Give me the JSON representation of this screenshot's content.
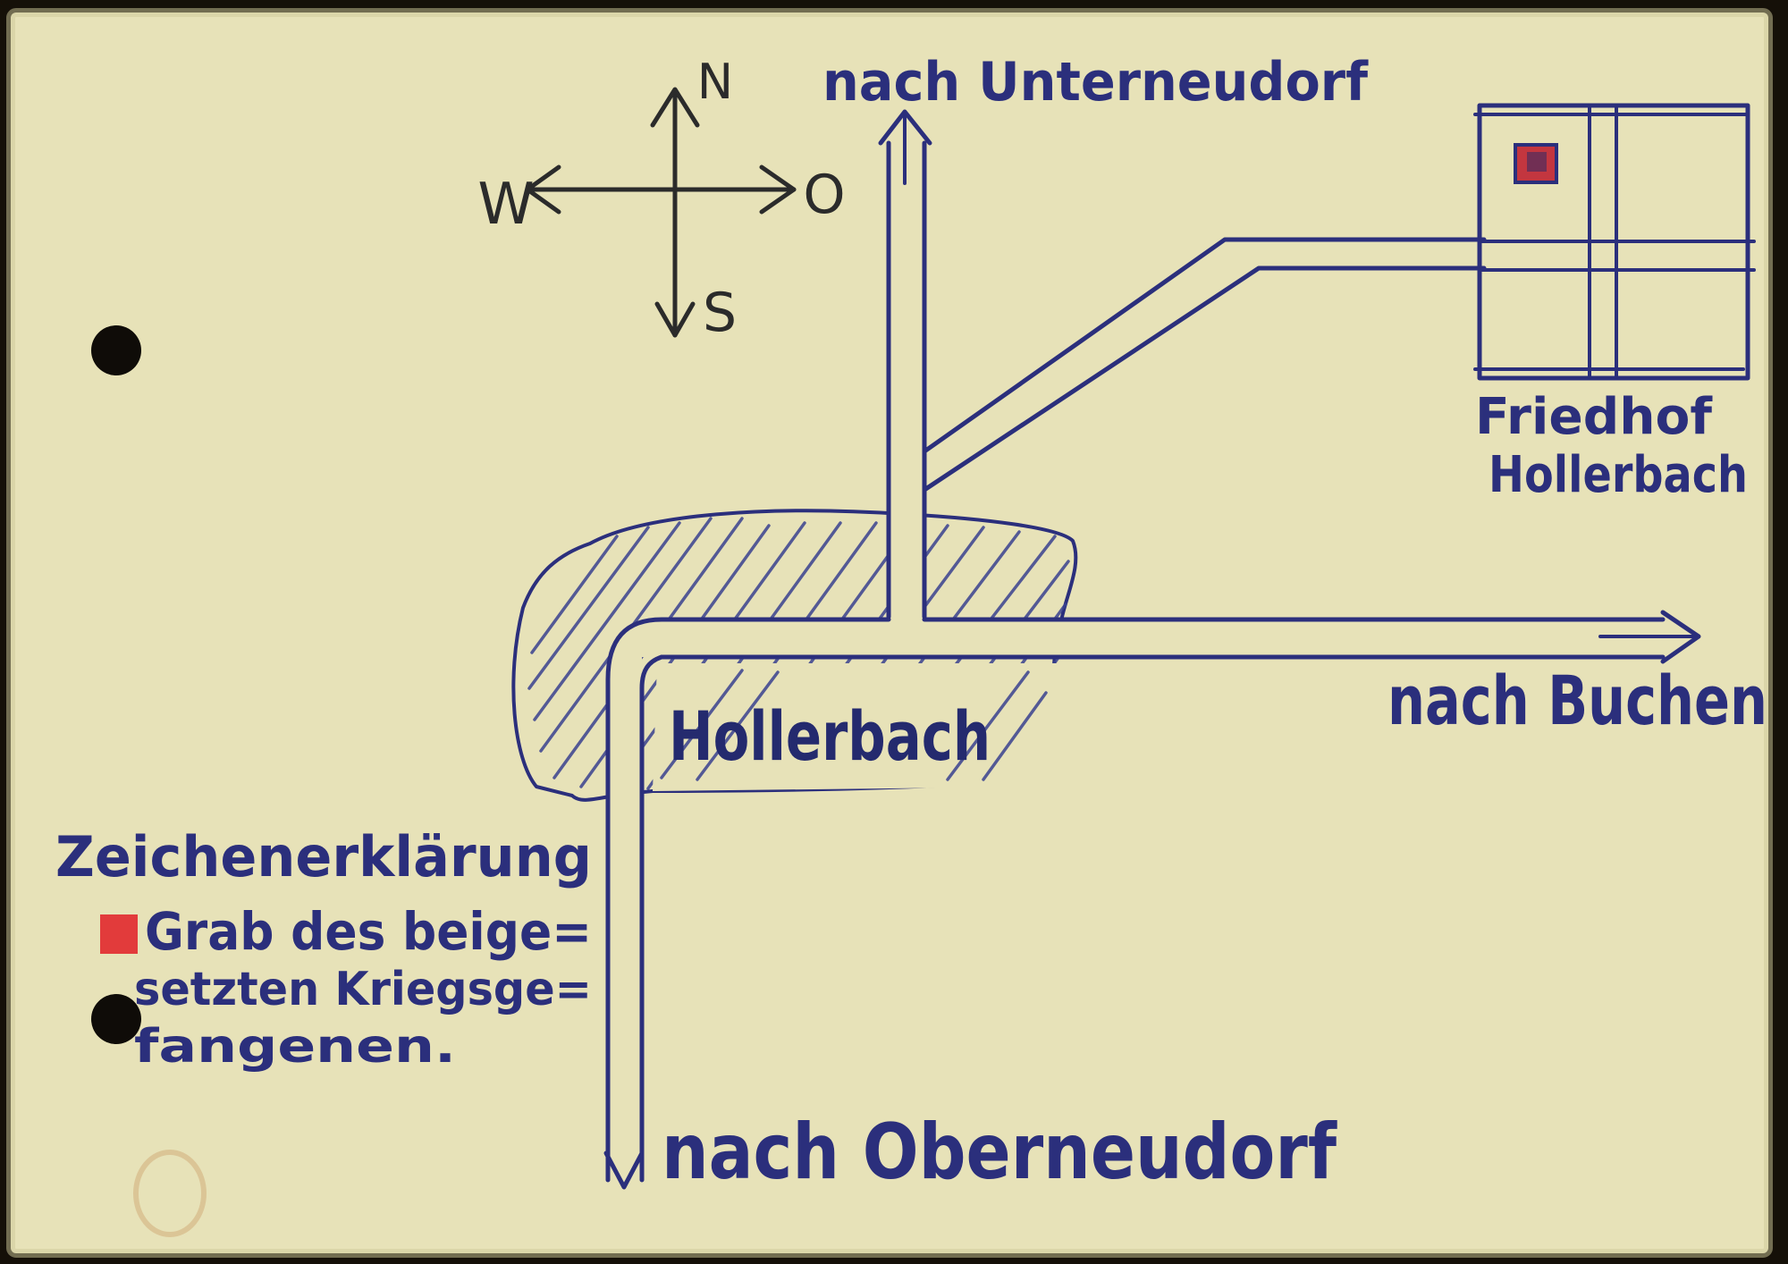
{
  "map": {
    "colors": {
      "paper": "#e7e2b8",
      "ink": "#2b2f7c",
      "grave_marker": "#e23b3b",
      "compass_ink": "#2b2b2b"
    },
    "compass": {
      "north": "N",
      "west": "W",
      "east": "O",
      "south": "S"
    },
    "labels": {
      "to_unterneudorf": "nach Unterneudorf",
      "to_buchen": "nach Buchen",
      "to_oberneudorf": "nach Oberneudorf",
      "village": "Hollerbach",
      "cemetery_line1": "Friedhof",
      "cemetery_line2": "Hollerbach"
    },
    "legend": {
      "title": "Zeichenerklärung",
      "marker_icon": "red-square-icon",
      "line1": "Grab des beige=",
      "line2": "setzten Kriegsge=",
      "line3": "fangenen."
    }
  }
}
